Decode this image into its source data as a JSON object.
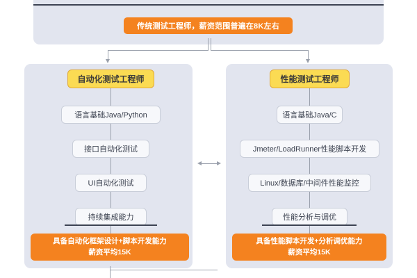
{
  "diagram": {
    "title_banner": "传统测试工程师，薪资范围普遍在8K左右",
    "branches": [
      {
        "id": "automation",
        "role": "自动化测试工程师",
        "skills": [
          "语言基础Java/Python",
          "接口自动化测试",
          "UI自动化测试",
          "持续集成能力"
        ],
        "outcome_line1": "具备自动化框架设计+脚本开发能力",
        "outcome_line2": "薪资平均15K"
      },
      {
        "id": "performance",
        "role": "性能测试工程师",
        "skills": [
          "语言基础Java/C",
          "Jmeter/LoadRunner性能脚本开发",
          "Linux/数据库/中间件性能监控",
          "性能分析与调优"
        ],
        "outcome_line1": "具备性能脚本开发+分析调优能力",
        "outcome_line2": "薪资平均15K"
      }
    ],
    "colors": {
      "panel_bg": "#e2e5ef",
      "orange": "#f4821f",
      "yellow": "#fbdb53",
      "yellow_border": "#e0a93a",
      "chip_bg": "#f7f8fb",
      "chip_border": "#c9ced9",
      "connector": "#9aa0ac",
      "rule": "#3d4353"
    }
  }
}
